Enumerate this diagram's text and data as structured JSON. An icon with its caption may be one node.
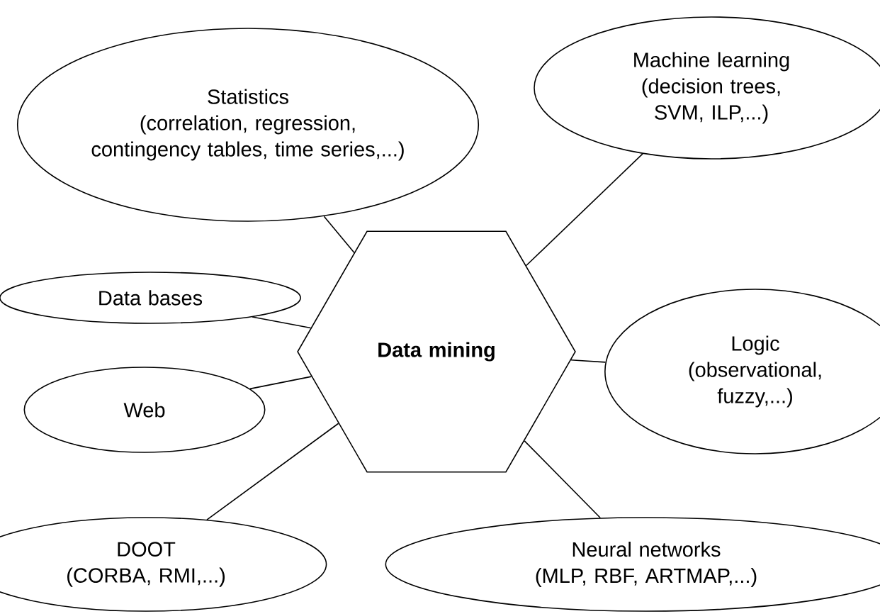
{
  "diagram": {
    "nodes": [
      {
        "text": [
          "Statistics",
          "(correlation, regression, contingency tables, time series,...)"
        ]
      },
      {
        "text": [
          "Machine learning",
          "(decision trees, SVM, ILP,...)"
        ]
      },
      {
        "text": [
          "Data bases"
        ]
      },
      {
        "text": [
          "Data mining"
        ]
      },
      {
        "text": [
          "Logic",
          "(observational, fuzzy,...)"
        ]
      },
      {
        "text": [
          "Web"
        ]
      },
      {
        "text": [
          "DOOT",
          "(CORBA, RMI,...)"
        ]
      },
      {
        "text": [
          "Neural networks",
          "(MLP, RBF, ARTMAP,...)"
        ]
      }
    ],
    "edges": [
      {
        "from": 3,
        "to": 0,
        "arrow": "none"
      },
      {
        "from": 3,
        "to": 1,
        "arrow": "none"
      },
      {
        "from": 3,
        "to": 2,
        "arrow": "none"
      },
      {
        "from": 3,
        "to": 4,
        "arrow": "none"
      },
      {
        "from": 3,
        "to": 5,
        "arrow": "none"
      },
      {
        "from": 3,
        "to": 6,
        "arrow": "none"
      },
      {
        "from": 3,
        "to": 7,
        "arrow": "none"
      }
    ]
  }
}
